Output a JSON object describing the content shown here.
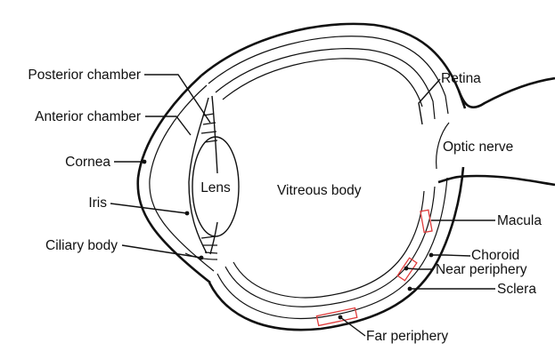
{
  "labels": {
    "posterior_chamber": "Posterior chamber",
    "anterior_chamber": "Anterior chamber",
    "cornea": "Cornea",
    "iris": "Iris",
    "ciliary_body": "Ciliary body",
    "lens": "Lens",
    "vitreous_body": "Vitreous body",
    "retina": "Retina",
    "optic_nerve": "Optic nerve",
    "macula": "Macula",
    "choroid": "Choroid",
    "near_periphery": "Near periphery",
    "sclera": "Sclera",
    "far_periphery": "Far periphery"
  },
  "colors": {
    "line": "#111111",
    "highlight": "#e03c3c",
    "background": "#ffffff"
  }
}
